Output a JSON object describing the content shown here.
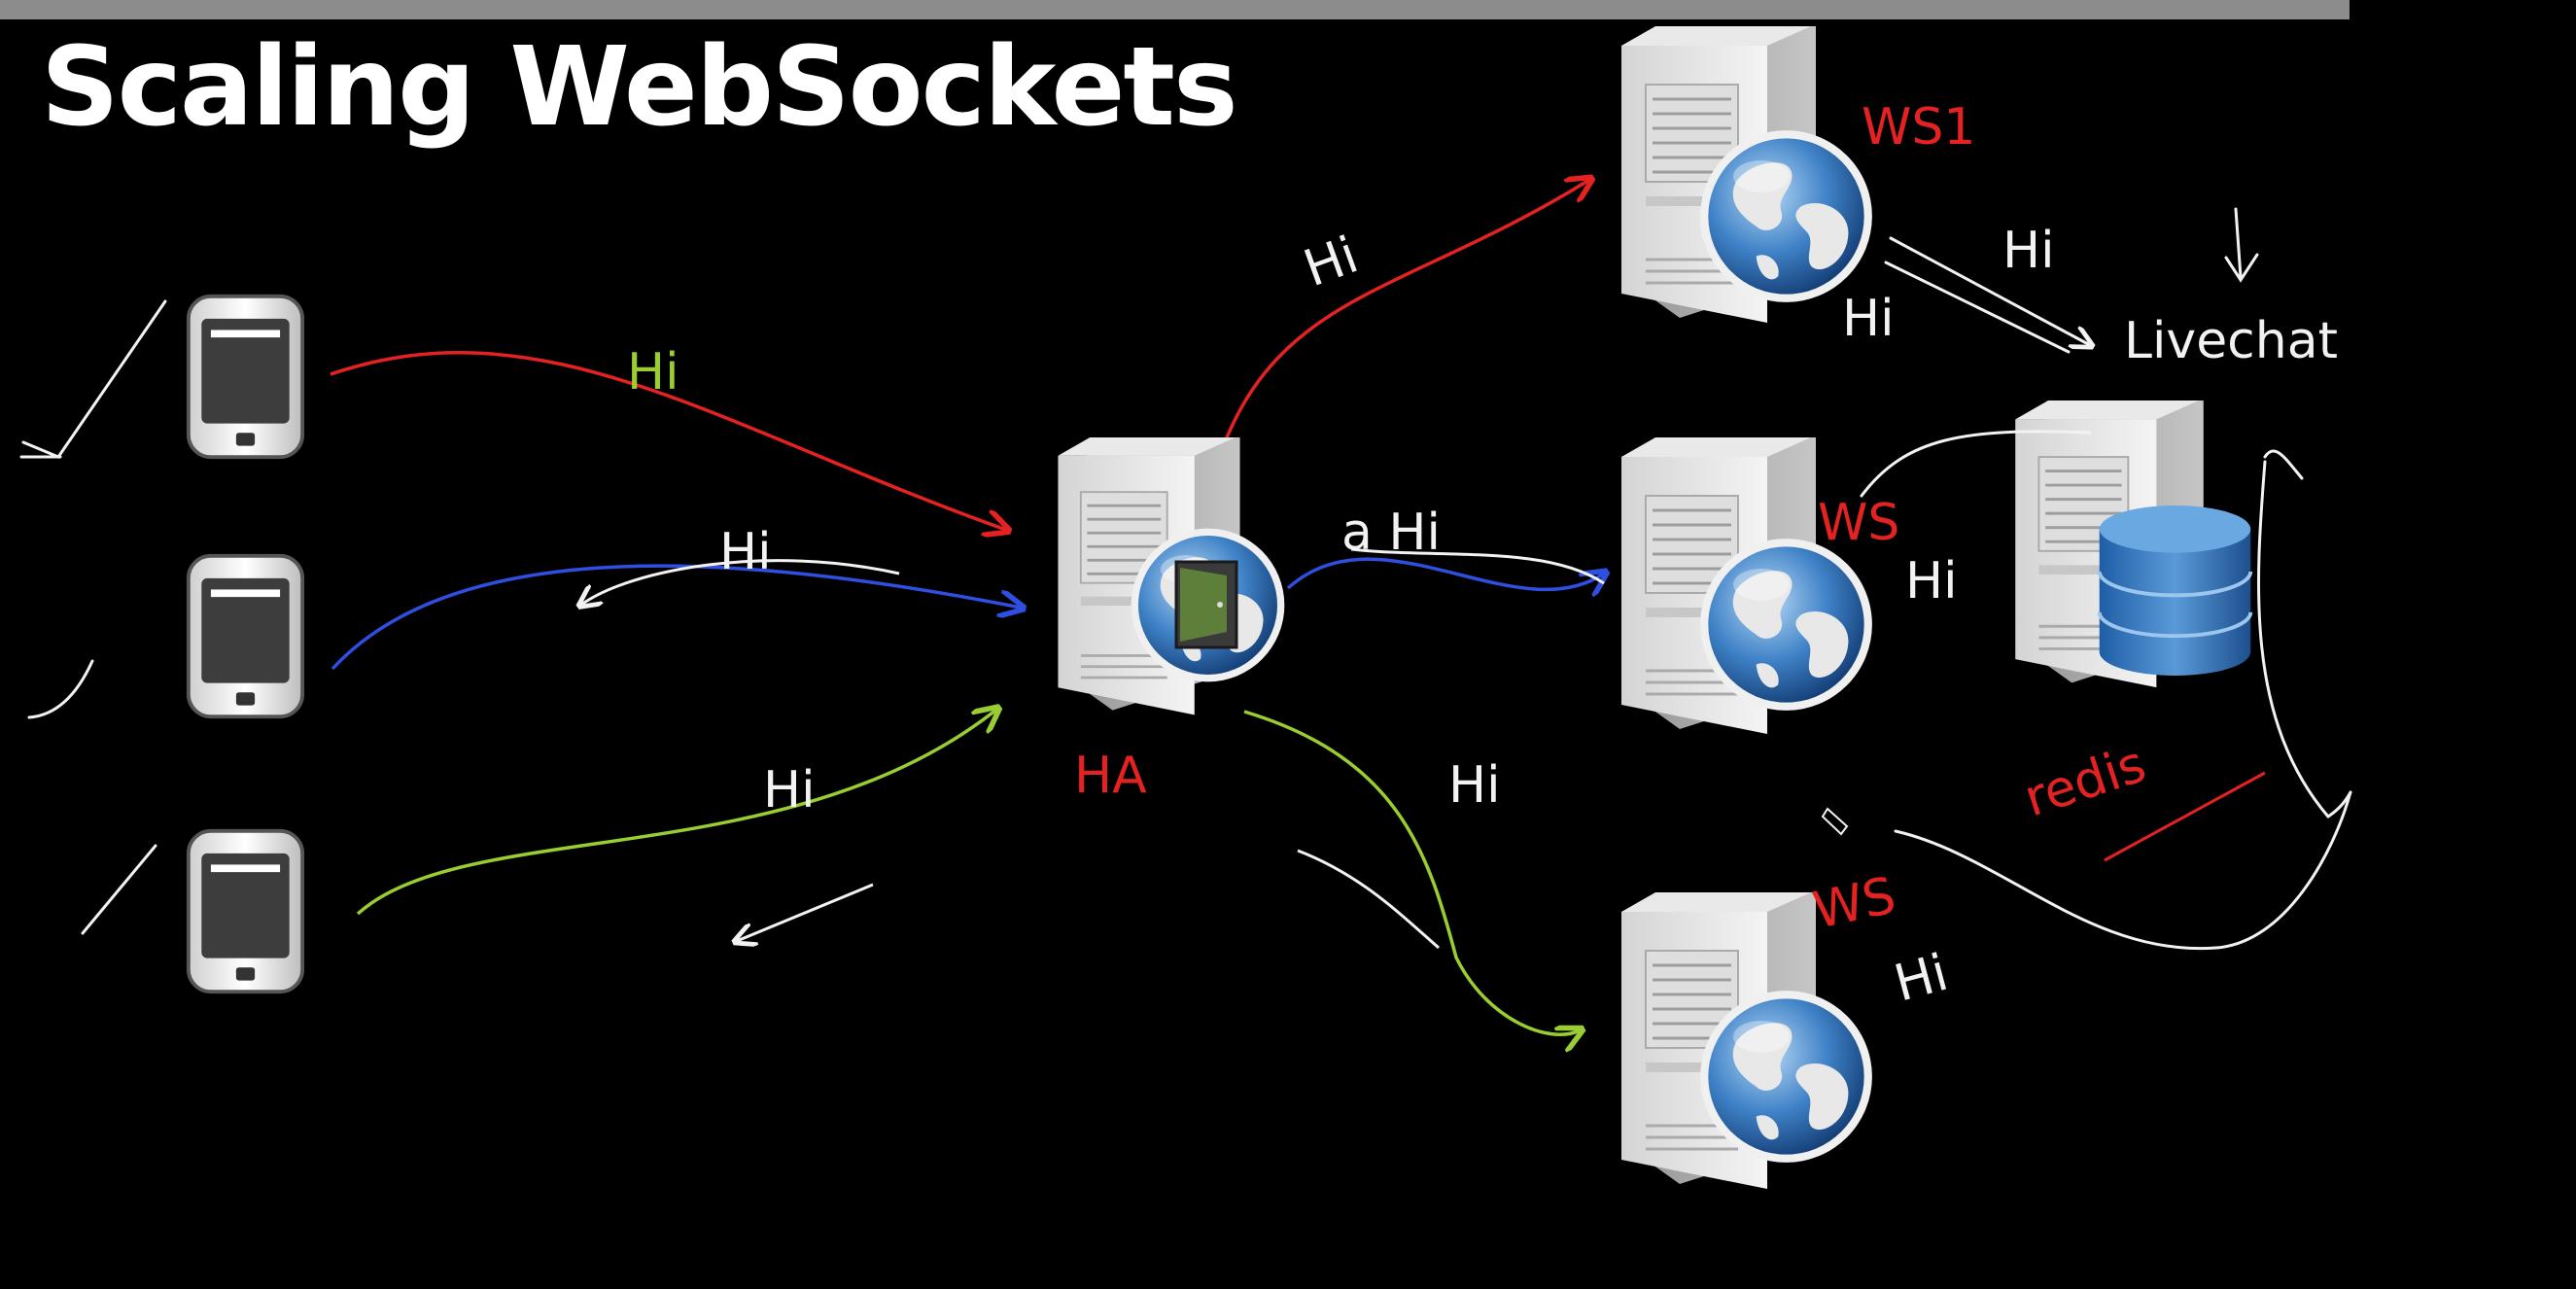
{
  "title": "Scaling WebSockets",
  "labels": {
    "hi_green": "Hi",
    "hi_small": "Hi",
    "hi_red": "Hi",
    "a_hi": "a Hi",
    "hi_bottom": "Hi",
    "hi_mid": "Hi",
    "hi_ws1_a": "Hi",
    "hi_ws1_b": "Hi",
    "hi_ws2": "Hi",
    "hi_ws3": "Hi",
    "ws1": "WS1",
    "ws2": "WS",
    "ws3": "WS",
    "ha": "HA",
    "redis": "redis",
    "livechat": "Livechat"
  },
  "colors": {
    "red": "#e52222",
    "blue": "#2f4fe0",
    "green": "#9acd32",
    "white": "#f2f2f2",
    "background": "#000000"
  },
  "icons": [
    "phone-icon",
    "server-icon",
    "globe-icon",
    "door-icon",
    "database-icon"
  ]
}
